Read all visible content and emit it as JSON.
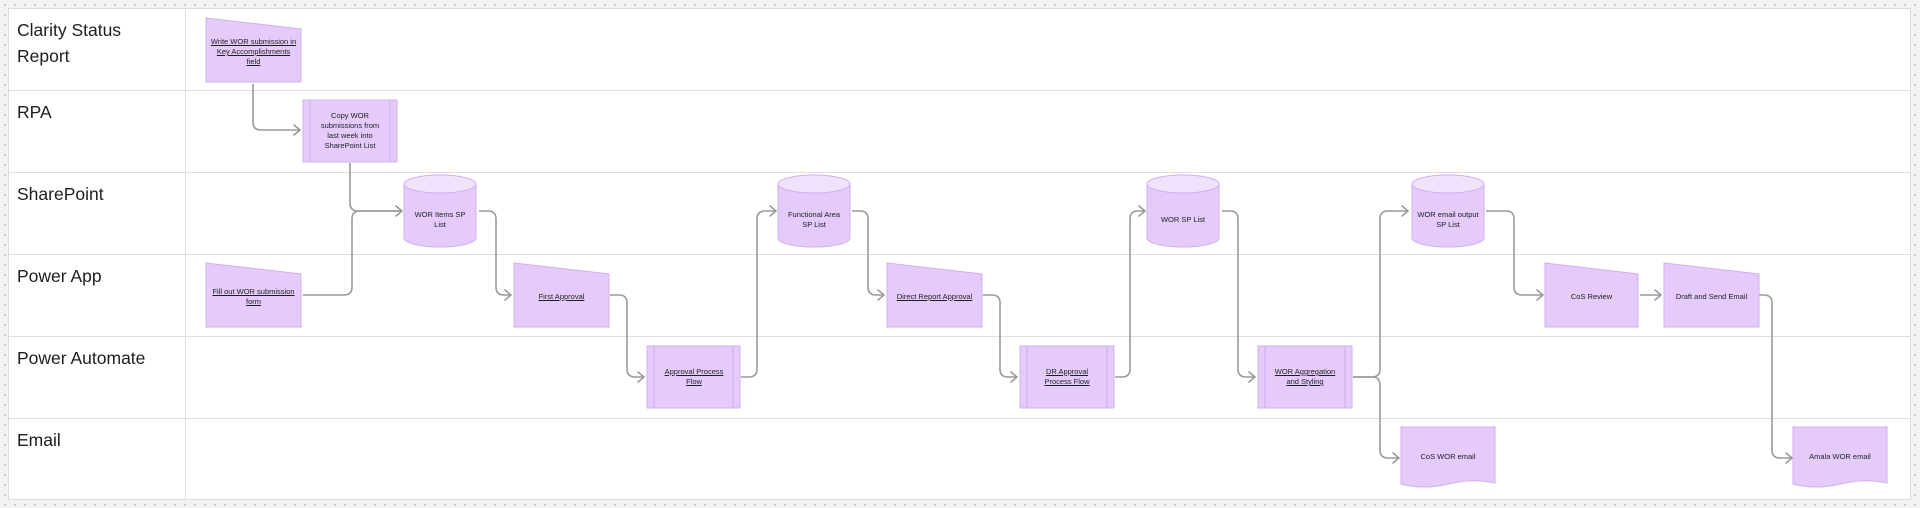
{
  "lanes": [
    {
      "label": "Clarity Status Report"
    },
    {
      "label": "RPA"
    },
    {
      "label": "SharePoint"
    },
    {
      "label": "Power App"
    },
    {
      "label": "Power Automate"
    },
    {
      "label": "Email"
    }
  ],
  "nodes": {
    "write_wor": {
      "label": "Write WOR submission in Key Accomplishments field",
      "shape": "manual-input"
    },
    "copy_wor": {
      "label": "Copy WOR submissions from last week into SharePoint List",
      "shape": "predefined-process"
    },
    "wor_items_list": {
      "label": "WOR Items SP List",
      "shape": "database"
    },
    "fill_out_form": {
      "label": "Fill out WOR submission form",
      "shape": "manual-input"
    },
    "first_approval": {
      "label": "First Approval",
      "shape": "manual-input"
    },
    "approval_flow": {
      "label": "Approval Process Flow",
      "shape": "predefined-process"
    },
    "functional_area_list": {
      "label": "Functional Area SP List",
      "shape": "database"
    },
    "direct_report_approval": {
      "label": "Direct Report Approval",
      "shape": "manual-input"
    },
    "dr_approval_flow": {
      "label": "DR Approval Process Flow",
      "shape": "predefined-process"
    },
    "wor_sp_list": {
      "label": "WOR SP List",
      "shape": "database"
    },
    "wor_aggregation": {
      "label": "WOR Aggregation and Styling",
      "shape": "predefined-process"
    },
    "wor_email_output": {
      "label": "WOR email output SP List",
      "shape": "database"
    },
    "cos_review": {
      "label": "CoS Review",
      "shape": "manual-input"
    },
    "draft_send": {
      "label": "Draft and Send Email",
      "shape": "manual-input"
    },
    "cos_wor_email": {
      "label": "CoS WOR email",
      "shape": "document"
    },
    "amala_wor_email": {
      "label": "Amala WOR email",
      "shape": "document"
    }
  },
  "colors": {
    "node_fill": "#e4cbfb",
    "node_stroke": "#cfb0ef",
    "connector": "#9a9a9a",
    "lane_border": "#dedede",
    "canvas_dots": "#c9c9c9"
  }
}
